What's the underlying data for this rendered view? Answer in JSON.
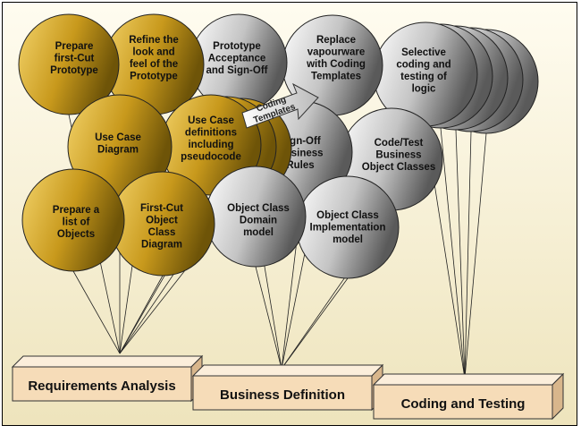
{
  "balloons": [
    {
      "id": "prepare-first-cut-prototype",
      "lines": [
        "Prepare",
        "first-Cut",
        "Prototype"
      ],
      "tone": "gold"
    },
    {
      "id": "refine-look-and-feel",
      "lines": [
        "Refine the",
        "look and",
        "feel of the",
        "Prototype"
      ],
      "tone": "gold"
    },
    {
      "id": "prototype-acceptance",
      "lines": [
        "Prototype",
        "Acceptance",
        "and Sign-Off"
      ],
      "tone": "silver"
    },
    {
      "id": "replace-vapourware",
      "lines": [
        "Replace",
        "vapourware",
        "with Coding",
        "Templates"
      ],
      "tone": "silver"
    },
    {
      "id": "selective-coding",
      "lines": [
        "Selective",
        "coding and",
        "testing of",
        "logic"
      ],
      "tone": "silver"
    },
    {
      "id": "use-case-diagram",
      "lines": [
        "Use Case",
        "Diagram"
      ],
      "tone": "gold"
    },
    {
      "id": "use-case-definitions",
      "lines": [
        "Use Case",
        "definitions",
        "including",
        "pseudocode"
      ],
      "tone": "gold"
    },
    {
      "id": "sign-off-business-rules",
      "lines": [
        "Sign-Off",
        "Business",
        "Rules"
      ],
      "tone": "silver"
    },
    {
      "id": "code-test-business-object-classes",
      "lines": [
        "Code/Test",
        "Business",
        "Object Classes"
      ],
      "tone": "silver"
    },
    {
      "id": "prepare-list-of-objects",
      "lines": [
        "Prepare a",
        "list of",
        "Objects"
      ],
      "tone": "gold"
    },
    {
      "id": "first-cut-object-class-diagram",
      "lines": [
        "First-Cut",
        "Object",
        "Class",
        "Diagram"
      ],
      "tone": "gold"
    },
    {
      "id": "object-class-domain-model",
      "lines": [
        "Object Class",
        "Domain",
        "model"
      ],
      "tone": "silver"
    },
    {
      "id": "object-class-implementation-model",
      "lines": [
        "Object Class",
        "Implementation",
        "model"
      ],
      "tone": "silver"
    }
  ],
  "arrow_label_lines": [
    "Coding",
    "Templates"
  ],
  "platforms": [
    {
      "id": "requirements-analysis",
      "label": "Requirements Analysis"
    },
    {
      "id": "business-definition",
      "label": "Business Definition"
    },
    {
      "id": "coding-and-testing",
      "label": "Coding and Testing"
    }
  ],
  "colors": {
    "background_top": "#fffcf0",
    "background_bottom": "#eee4bc",
    "gold_light": "#f3d36a",
    "gold_mid": "#c8991c",
    "gold_dark": "#6e5408",
    "silver_light": "#ffffff",
    "silver_mid": "#c4c4c4",
    "silver_dark": "#5a5a5a",
    "platform_front": "#f6dcb8",
    "platform_top": "#fbeedb",
    "platform_side": "#d8b68c"
  }
}
